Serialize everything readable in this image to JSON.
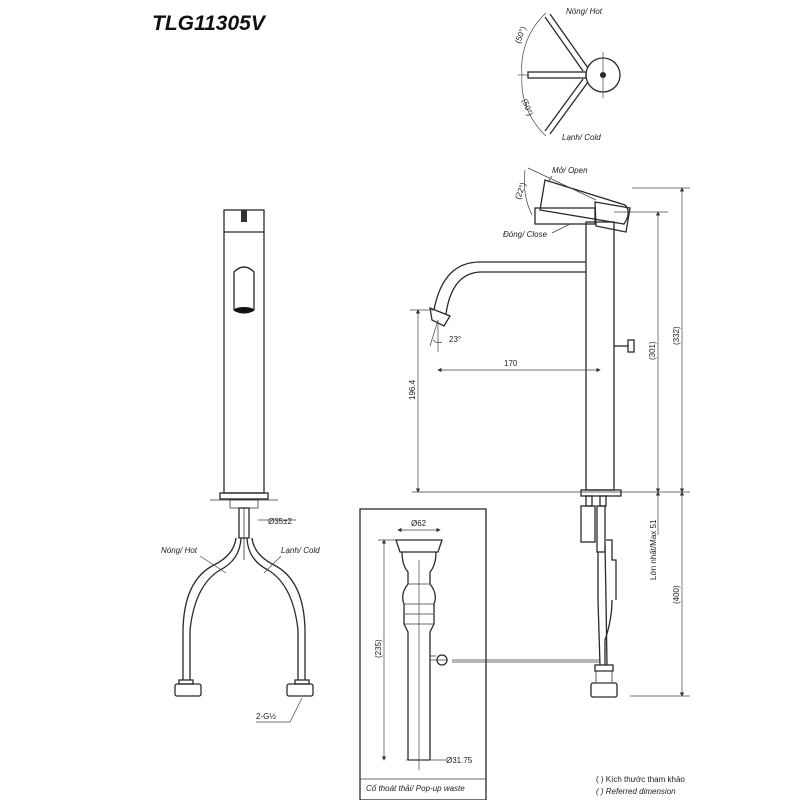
{
  "model": "TLG11305V",
  "handle_view": {
    "hot_label": "Nóng/ Hot",
    "cold_label": "Lạnh/ Cold",
    "angle_top": "(50°)",
    "angle_bottom": "(50°)"
  },
  "side_view": {
    "open_label": "Mở/ Open",
    "close_label": "Đóng/ Close",
    "handle_angle": "(22°)",
    "spout_angle": "23°",
    "reach": "170",
    "spout_height": "196.4",
    "body_height": "(301)",
    "total_height": "(332)",
    "max_deck": "Lớn nhất/Max 51",
    "below_deck": "(400)"
  },
  "front_view": {
    "hole_dia": "Ø35±2",
    "hot_label": "Nóng/ Hot",
    "cold_label": "Lạnh/ Cold",
    "connection": "2-G½"
  },
  "waste": {
    "top_dia": "Ø62",
    "length": "(235)",
    "bottom_dia": "Ø31.75",
    "caption": "Cổ thoát thải/ Pop-up waste"
  },
  "legend": {
    "line1": "( ) Kích thước tham khảo",
    "line2": "( ) Referred dimension"
  }
}
